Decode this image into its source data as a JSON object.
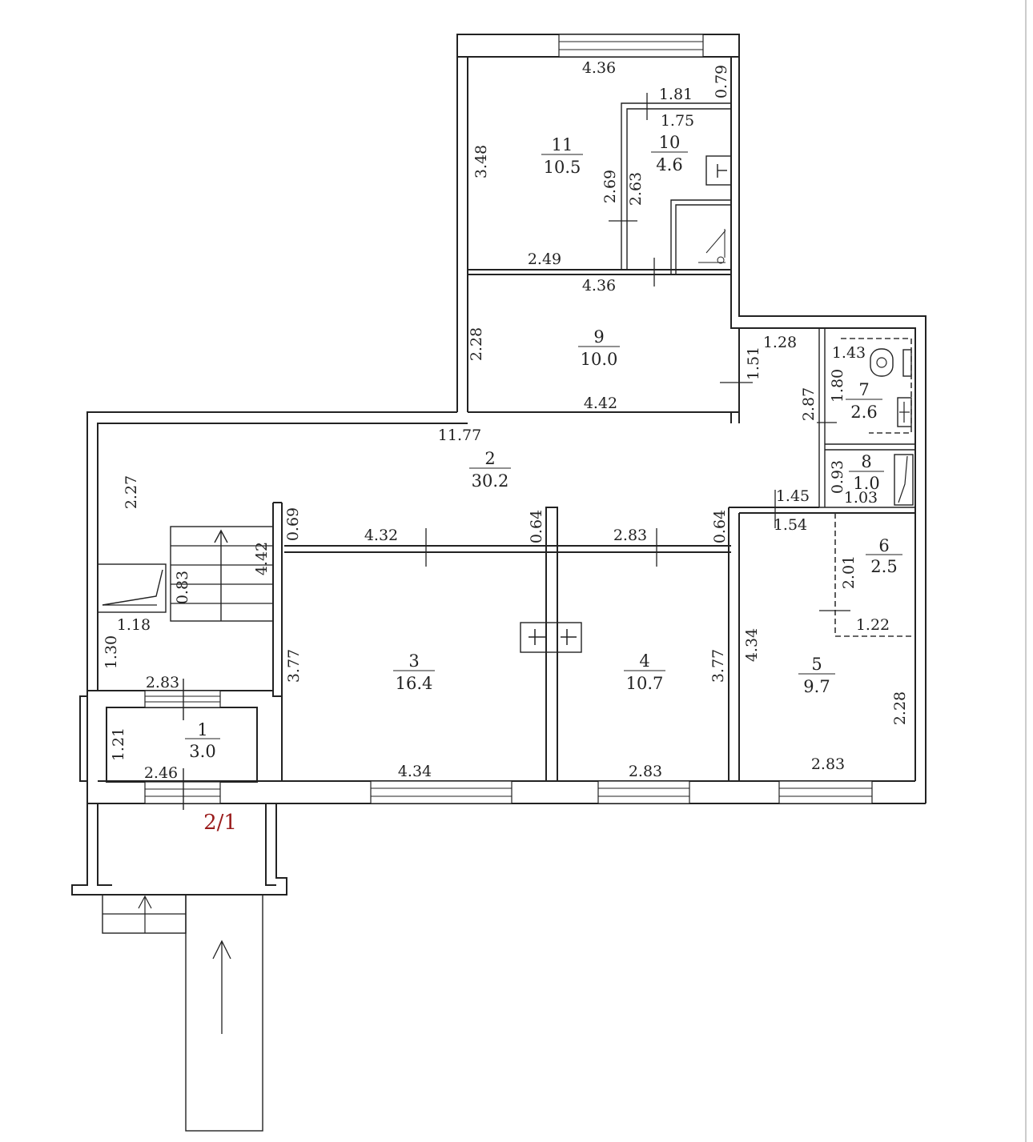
{
  "rooms": [
    {
      "number": "1",
      "area": "3.0"
    },
    {
      "number": "2",
      "area": "30.2"
    },
    {
      "number": "3",
      "area": "16.4"
    },
    {
      "number": "4",
      "area": "10.7"
    },
    {
      "number": "5",
      "area": "9.7"
    },
    {
      "number": "6",
      "area": "2.5"
    },
    {
      "number": "7",
      "area": "2.6"
    },
    {
      "number": "8",
      "area": "1.0"
    },
    {
      "number": "9",
      "area": "10.0"
    },
    {
      "number": "10",
      "area": "4.6"
    },
    {
      "number": "11",
      "area": "10.5"
    }
  ],
  "dims": {
    "r11_top": "4.36",
    "r11_left": "3.48",
    "r11_bottom": "2.49",
    "r11_right": "2.69",
    "r10_top": "1.81",
    "r10_inner": "1.75",
    "r10_side": "2.63",
    "r10_corner": "0.79",
    "r9_top": "4.36",
    "r9_left": "2.28",
    "r9_bottom": "4.42",
    "r9_right": "1.51",
    "r2_top": "11.77",
    "r2_left": "2.27",
    "r2_stair": "4.42",
    "r2_wall1": "0.69",
    "r2_wall2": "0.64",
    "r2_wall3": "0.64",
    "r2_hall_right": "1.28",
    "r2_hall_side": "2.87",
    "stair_width": "0.83",
    "stair_bottom": "1.18",
    "stair_left": "1.30",
    "r7_top": "1.43",
    "r7_side": "1.80",
    "r8_side": "0.93",
    "r8_bottom": "1.03",
    "r6_top1": "1.45",
    "r6_top2": "1.54",
    "r6_side": "2.01",
    "r6_bottom": "1.22",
    "r3_top": "4.32",
    "r3_left": "3.77",
    "r3_bottom": "4.34",
    "r4_top": "2.83",
    "r4_right": "3.77",
    "r4_bottom": "2.83",
    "r5_left": "4.34",
    "r5_right": "2.28",
    "r5_bottom": "2.83",
    "r1_top": "2.83",
    "r1_left": "1.21",
    "r1_bottom": "2.46"
  },
  "entrance_label": "2/1"
}
